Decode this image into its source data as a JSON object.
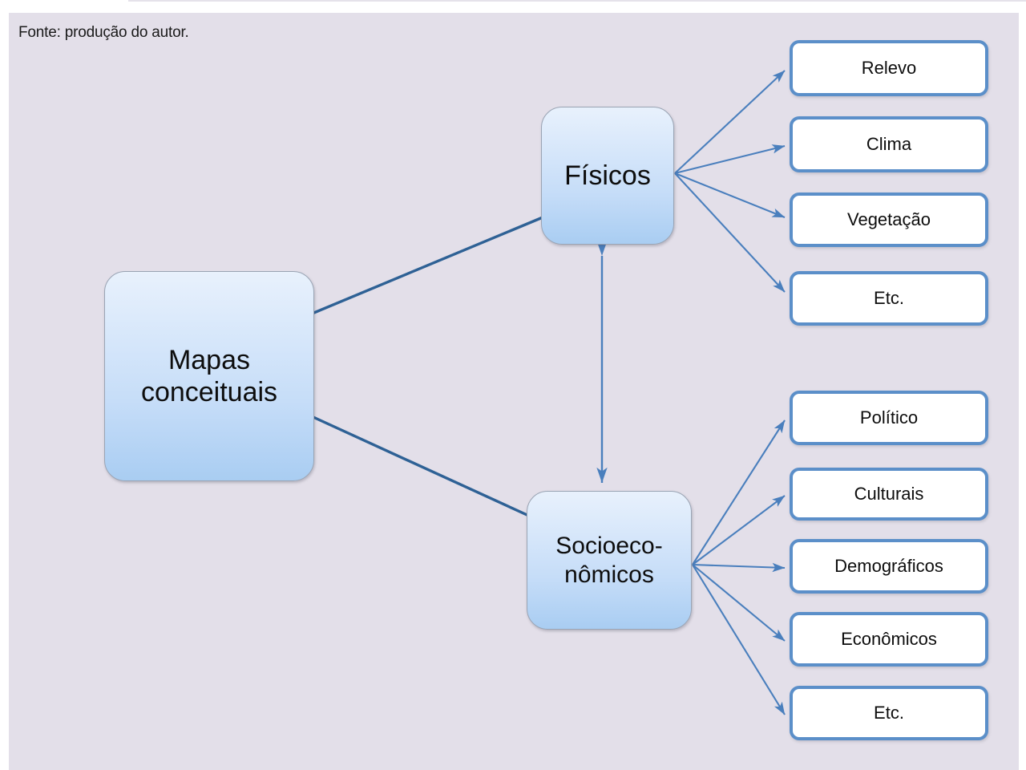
{
  "caption": "Fonte: produção do autor.",
  "colors": {
    "canvas_background": "#e3dfe9",
    "page_background": "#ffffff",
    "leaf_border": "#5b8fc9",
    "primary_border": "#9aa4b4",
    "primary_fill_top": "#e8f1fc",
    "primary_fill_bottom": "#a9cdf2",
    "main_connector": "#2e6195",
    "arrow": "#4a7fbd",
    "text": "#0d0d0d"
  },
  "diagram": {
    "type": "concept-map",
    "root": {
      "id": "root",
      "label": "Mapas\nconceituais"
    },
    "branches": [
      {
        "id": "fisicos",
        "label": "Físicos",
        "children": [
          {
            "id": "relevo",
            "label": "Relevo"
          },
          {
            "id": "clima",
            "label": "Clima"
          },
          {
            "id": "vegetacao",
            "label": "Vegetação"
          },
          {
            "id": "etc-fisicos",
            "label": "Etc."
          }
        ]
      },
      {
        "id": "socioeconomicos",
        "label": "Socioeco-\nnômicos",
        "children": [
          {
            "id": "politico",
            "label": "Político"
          },
          {
            "id": "culturais",
            "label": "Culturais"
          },
          {
            "id": "demograficos",
            "label": "Demográficos"
          },
          {
            "id": "economicos",
            "label": "Econômicos"
          },
          {
            "id": "etc-socio",
            "label": "Etc."
          }
        ]
      }
    ],
    "connectors": [
      {
        "from": "root",
        "to": "fisicos",
        "style": "plain-line"
      },
      {
        "from": "root",
        "to": "socioeconomicos",
        "style": "plain-line"
      },
      {
        "from": "fisicos",
        "to": "socioeconomicos",
        "style": "double-headed-arrow"
      },
      {
        "from": "fisicos",
        "to": "relevo",
        "style": "arrow"
      },
      {
        "from": "fisicos",
        "to": "clima",
        "style": "arrow"
      },
      {
        "from": "fisicos",
        "to": "vegetacao",
        "style": "arrow"
      },
      {
        "from": "fisicos",
        "to": "etc-fisicos",
        "style": "arrow"
      },
      {
        "from": "socioeconomicos",
        "to": "politico",
        "style": "arrow"
      },
      {
        "from": "socioeconomicos",
        "to": "culturais",
        "style": "arrow"
      },
      {
        "from": "socioeconomicos",
        "to": "demograficos",
        "style": "arrow"
      },
      {
        "from": "socioeconomicos",
        "to": "economicos",
        "style": "arrow"
      },
      {
        "from": "socioeconomicos",
        "to": "etc-socio",
        "style": "arrow"
      }
    ]
  }
}
